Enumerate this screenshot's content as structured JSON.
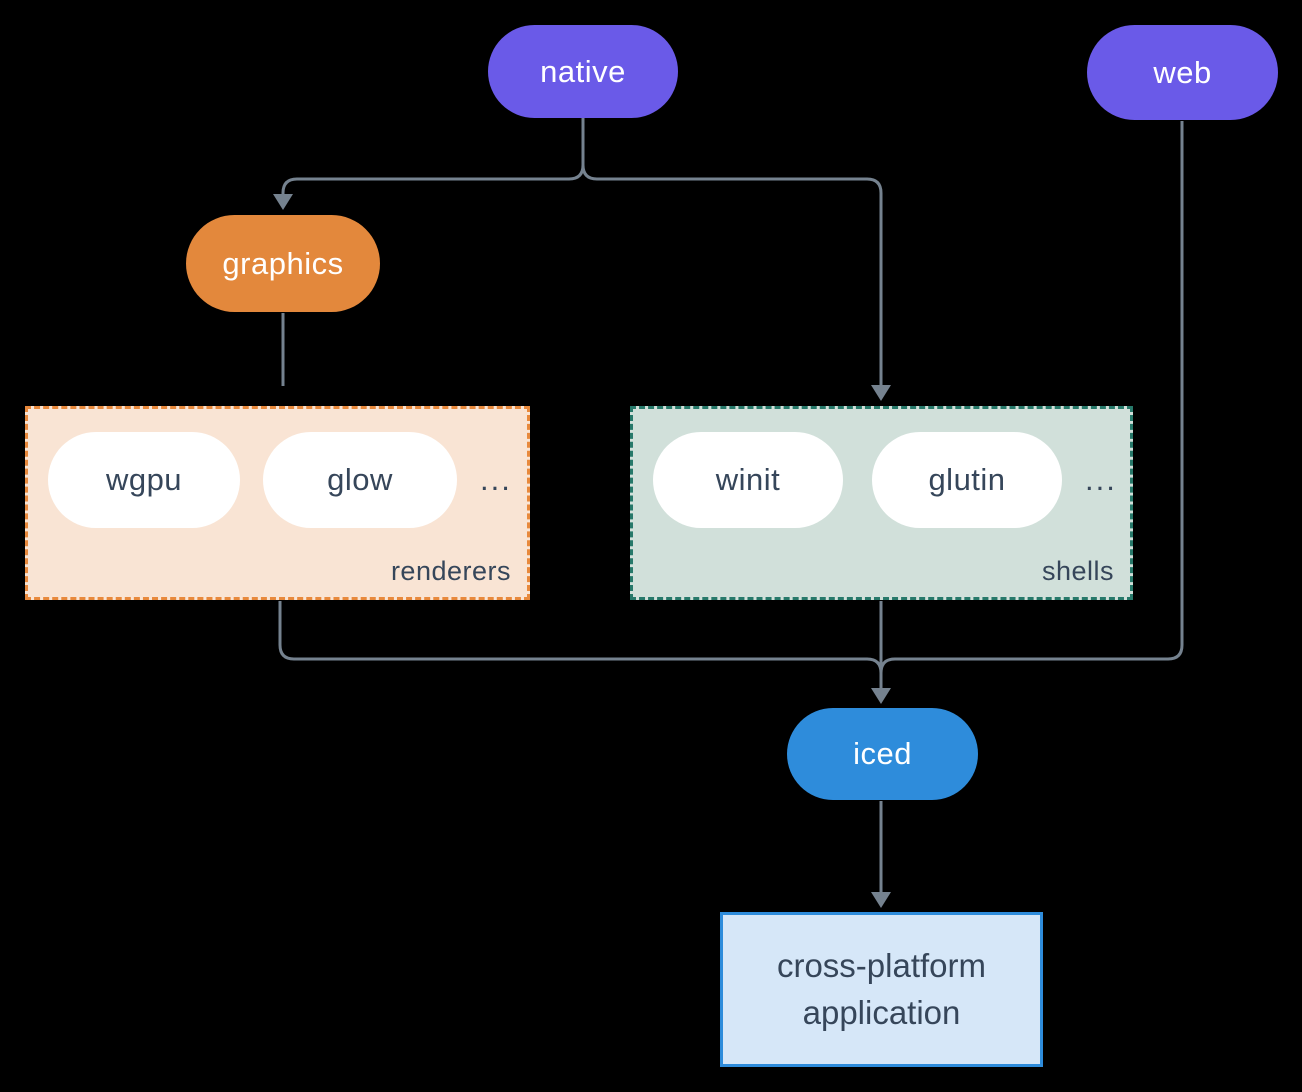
{
  "diagram": {
    "nodes": {
      "native": "native",
      "web": "web",
      "graphics": "graphics",
      "iced": "iced",
      "application": "cross-platform application"
    },
    "renderers": {
      "label": "renderers",
      "items": [
        "wgpu",
        "glow"
      ],
      "more": "..."
    },
    "shells": {
      "label": "shells",
      "items": [
        "winit",
        "glutin"
      ],
      "more": "..."
    },
    "colors": {
      "platform_purple": "#6A5AE8",
      "graphics_orange": "#E3883C",
      "iced_blue": "#2E8CDB",
      "connector_gray": "#75828F",
      "renderers_fill": "#F9E4D4",
      "renderers_border": "#E8893C",
      "shells_fill": "#D1E0DA",
      "shells_border": "#27796A",
      "application_fill": "#D6E7F8",
      "application_border": "#2E8CDB",
      "dark_text": "#36465A",
      "background": "#000000"
    }
  }
}
